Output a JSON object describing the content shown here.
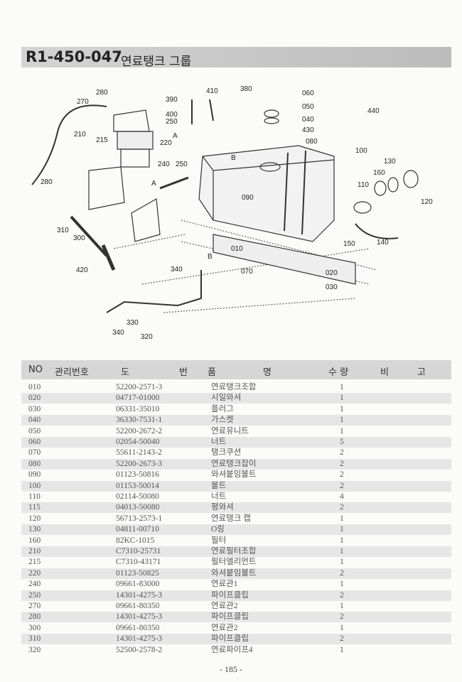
{
  "header": {
    "code": "R1-450-047",
    "title": "연료탱크 그룹"
  },
  "diagram_labels": [
    "280",
    "270",
    "390",
    "410",
    "380",
    "060",
    "050",
    "040",
    "440",
    "400",
    "250",
    "430",
    "A",
    "210",
    "080",
    "215",
    "220",
    "100",
    "B",
    "130",
    "240",
    "250",
    "160",
    "280",
    "110",
    "A",
    "090",
    "120",
    "310",
    "300",
    "140",
    "150",
    "010",
    "B",
    "420",
    "340",
    "070",
    "020",
    "030",
    "330",
    "340",
    "320"
  ],
  "table": {
    "headers": {
      "no": "NO",
      "mgmt": "관리번호",
      "dwg1": "도",
      "dwg2": "번",
      "name1": "품",
      "name2": "명",
      "qty": "수 량",
      "note1": "비",
      "note2": "고"
    },
    "rows": [
      {
        "no": "010",
        "part": "52200-2571-3",
        "name": "연료탱크조합",
        "qty": "1"
      },
      {
        "no": "020",
        "part": "04717-01000",
        "name": "시일와셔",
        "qty": "1"
      },
      {
        "no": "030",
        "part": "06331-35010",
        "name": "플러그",
        "qty": "1"
      },
      {
        "no": "040",
        "part": "36330-7531-1",
        "name": "가스켓",
        "qty": "1"
      },
      {
        "no": "050",
        "part": "52200-2672-2",
        "name": "연료유니트",
        "qty": "1"
      },
      {
        "no": "060",
        "part": "02054-50040",
        "name": "너트",
        "qty": "5"
      },
      {
        "no": "070",
        "part": "55611-2143-2",
        "name": "탱크쿠션",
        "qty": "2"
      },
      {
        "no": "080",
        "part": "52200-2673-3",
        "name": "연료탱크잡이",
        "qty": "2"
      },
      {
        "no": "090",
        "part": "01123-50816",
        "name": "와셔붙임볼트",
        "qty": "2"
      },
      {
        "no": "100",
        "part": "01153-50014",
        "name": "볼트",
        "qty": "2"
      },
      {
        "no": "110",
        "part": "02114-50080",
        "name": "너트",
        "qty": "4"
      },
      {
        "no": "115",
        "part": "04013-50080",
        "name": "평와셔",
        "qty": "2"
      },
      {
        "no": "120",
        "part": "56713-2573-1",
        "name": "연료탱크 캡",
        "qty": "1"
      },
      {
        "no": "130",
        "part": "04811-00710",
        "name": "O링",
        "qty": "1"
      },
      {
        "no": "160",
        "part": "82KC-1015",
        "name": "필터",
        "qty": "1"
      },
      {
        "no": "210",
        "part": "C7310-25731",
        "name": "연료필터조합",
        "qty": "1"
      },
      {
        "no": "215",
        "part": "C7310-43171",
        "name": "필터엘리먼트",
        "qty": "1"
      },
      {
        "no": "220",
        "part": "01123-50825",
        "name": "와셔붙임볼트",
        "qty": "2"
      },
      {
        "no": "240",
        "part": "09661-83000",
        "name": "연료관1",
        "qty": "1"
      },
      {
        "no": "250",
        "part": "14301-4275-3",
        "name": "파이프클립",
        "qty": "2"
      },
      {
        "no": "270",
        "part": "09661-80350",
        "name": "연료관2",
        "qty": "1"
      },
      {
        "no": "280",
        "part": "14301-4275-3",
        "name": "파이프클립",
        "qty": "2"
      },
      {
        "no": "300",
        "part": "09661-80350",
        "name": "연료관2",
        "qty": "1"
      },
      {
        "no": "310",
        "part": "14301-4275-3",
        "name": "파이프클립",
        "qty": "2"
      },
      {
        "no": "320",
        "part": "52500-2578-2",
        "name": "연료파이프4",
        "qty": "1"
      }
    ]
  },
  "footer": {
    "page": "- 185 -"
  }
}
